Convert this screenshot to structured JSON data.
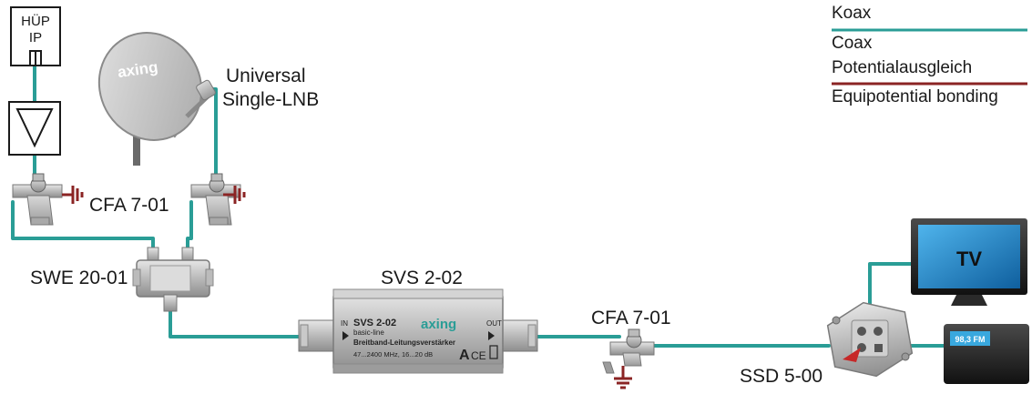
{
  "colors": {
    "coax": "#2a9d96",
    "bonding": "#8b2424",
    "text": "#1a1a1a",
    "tv_screen": "#1f8fd4"
  },
  "legend": {
    "coax_de": "Koax",
    "coax_en": "Coax",
    "bonding_de": "Potentialausgleich",
    "bonding_en": "Equipotential bonding"
  },
  "components": {
    "hup": {
      "line1": "HÜP",
      "line2": "IP"
    },
    "dish": {
      "brand": "axing"
    },
    "lnb": {
      "line1": "Universal",
      "line2": "Single-LNB"
    },
    "cfa_upper": "CFA 7-01",
    "swe": "SWE 20-01",
    "svs": {
      "name": "SVS 2-02",
      "model": "SVS 2-02",
      "series": "basic-line",
      "desc": "Breitband-Leitungsverstärker",
      "spec": "47...2400 MHz, 16...20 dB",
      "brand": "axing",
      "port_in": "IN",
      "port_out": "OUT",
      "class": "A"
    },
    "cfa_lower": "CFA 7-01",
    "ssd": "SSD 5-00",
    "tv": "TV",
    "radio": "98,3 FM"
  }
}
